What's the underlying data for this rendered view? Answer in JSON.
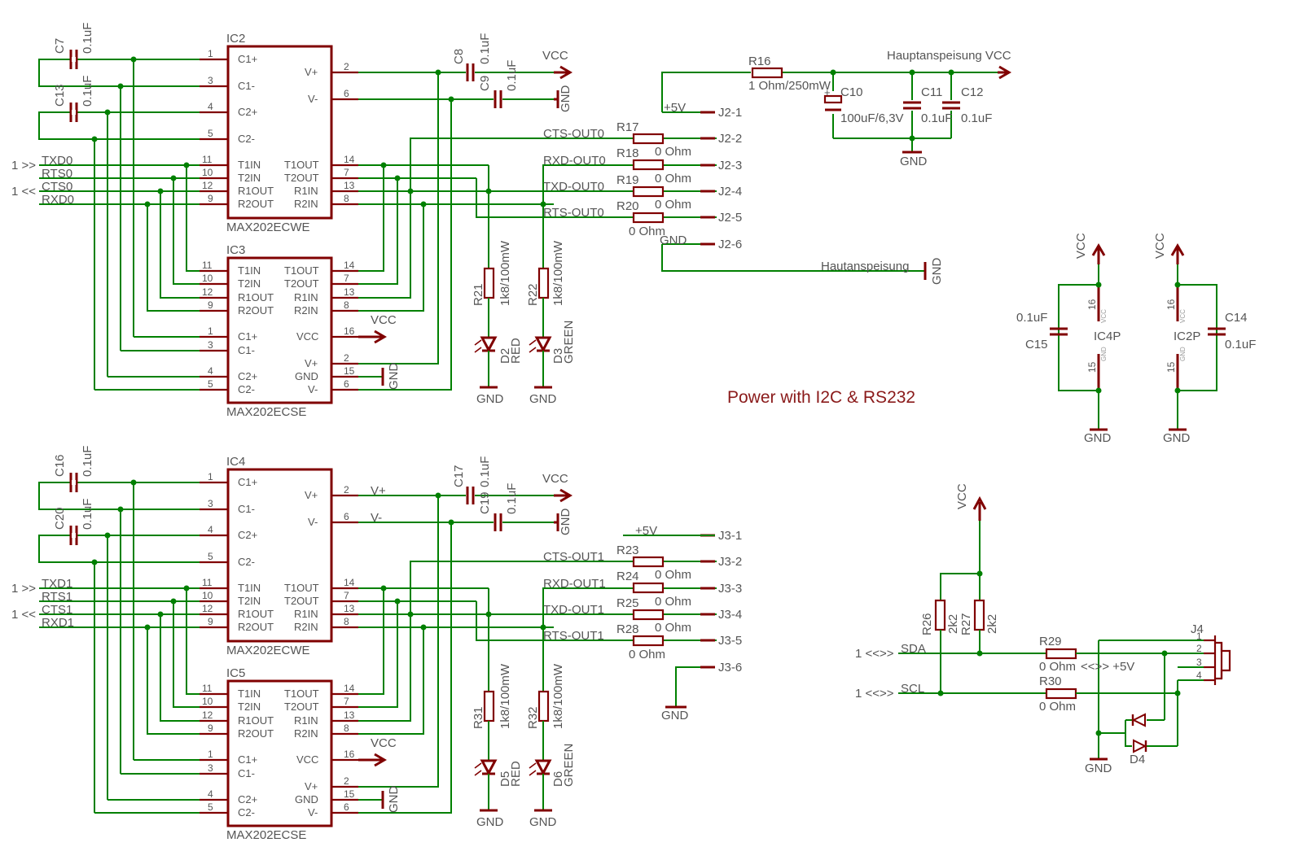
{
  "title": "Power with I2C & RS232",
  "colors": {
    "part": "#800000",
    "wire": "#008000",
    "text": "#555555",
    "title": "#8a1a1a"
  },
  "ic_pins_top": {
    "c1p": "C1+",
    "c1m": "C1-",
    "c2p": "C2+",
    "c2m": "C2-",
    "t1in": "T1IN",
    "t2in": "T2IN",
    "r1out": "R1OUT",
    "r2out": "R2OUT",
    "vp": "V+",
    "vm": "V-",
    "t1out": "T1OUT",
    "t2out": "T2OUT",
    "r1in": "R1IN",
    "r2in": "R2IN"
  },
  "ic_pins_bottom": {
    "t1in": "T1IN",
    "t2in": "T2IN",
    "r1out": "R1OUT",
    "r2out": "R2OUT",
    "c1p": "C1+",
    "c1m": "C1-",
    "c2p": "C2+",
    "c2m": "C2-",
    "t1out": "T1OUT",
    "t2out": "T2OUT",
    "r1in": "R1IN",
    "r2in": "R2IN",
    "vcc": "VCC",
    "vp": "V+",
    "gnd": "GND",
    "vm": "V-"
  },
  "pin_numbers": {
    "p1": "1",
    "p2": "2",
    "p3": "3",
    "p4": "4",
    "p5": "5",
    "p6": "6",
    "p7": "7",
    "p8": "8",
    "p9": "9",
    "p10": "10",
    "p11": "11",
    "p12": "12",
    "p13": "13",
    "p14": "14",
    "p15": "15",
    "p16": "16"
  },
  "section0": {
    "ic_top": {
      "name": "IC2",
      "type": "MAX202ECWE"
    },
    "ic_bottom": {
      "name": "IC3",
      "type": "MAX202ECSE"
    },
    "signals": {
      "txd": "TXD0",
      "rts": "RTS0",
      "cts": "CTS0",
      "rxd": "RXD0"
    },
    "ports": {
      "in": "1 >>",
      "out": "1 <<"
    },
    "caps": [
      {
        "name": "C7",
        "value": "0.1uF"
      },
      {
        "name": "C13",
        "value": "0.1uF"
      },
      {
        "name": "C8",
        "value": "0.1uF"
      },
      {
        "name": "C9",
        "value": "0.1uF"
      }
    ],
    "nets": {
      "cts_out": "CTS-OUT0",
      "rxd_out": "RXD-OUT0",
      "txd_out": "TXD-OUT0",
      "rts_out": "RTS-OUT0",
      "plus5": "+5V",
      "gnd": "GND"
    },
    "resistors": [
      {
        "name": "R17",
        "value": "0 Ohm"
      },
      {
        "name": "R18",
        "value": "0 Ohm"
      },
      {
        "name": "R19",
        "value": "0 Ohm"
      },
      {
        "name": "R20",
        "value": "0 Ohm"
      }
    ],
    "connector": [
      "J2-1",
      "J2-2",
      "J2-3",
      "J2-4",
      "J2-5",
      "J2-6"
    ],
    "leds": [
      {
        "res": "R21",
        "res_value": "1k8/100mW",
        "led": "D2",
        "color": "RED"
      },
      {
        "res": "R22",
        "res_value": "1k8/100mW",
        "led": "D3",
        "color": "GREEN"
      }
    ],
    "supply": {
      "vcc": "VCC",
      "gnd": "GND"
    }
  },
  "section1": {
    "ic_top": {
      "name": "IC4",
      "type": "MAX202ECWE"
    },
    "ic_bottom": {
      "name": "IC5",
      "type": "MAX202ECSE"
    },
    "signals": {
      "txd": "TXD1",
      "rts": "RTS1",
      "cts": "CTS1",
      "rxd": "RXD1"
    },
    "ports": {
      "in": "1 >>",
      "out": "1 <<"
    },
    "caps": [
      {
        "name": "C16",
        "value": "0.1uF"
      },
      {
        "name": "C20",
        "value": "0.1uF"
      },
      {
        "name": "C17",
        "value": "0.1uF"
      },
      {
        "name": "C19",
        "value": "0.1uF"
      }
    ],
    "nets": {
      "cts_out": "CTS-OUT1",
      "rxd_out": "RXD-OUT1",
      "txd_out": "TXD-OUT1",
      "rts_out": "RTS-OUT1",
      "plus5": "+5V",
      "gnd": "GND",
      "vplus": "V+",
      "vminus": "V-"
    },
    "resistors": [
      {
        "name": "R23",
        "value": "0 Ohm"
      },
      {
        "name": "R24",
        "value": "0 Ohm"
      },
      {
        "name": "R25",
        "value": "0 Ohm"
      },
      {
        "name": "R28",
        "value": "0 Ohm"
      }
    ],
    "connector": [
      "J3-1",
      "J3-2",
      "J3-3",
      "J3-4",
      "J3-5",
      "J3-6"
    ],
    "leds": [
      {
        "res": "R31",
        "res_value": "1k8/100mW",
        "led": "D5",
        "color": "RED"
      },
      {
        "res": "R32",
        "res_value": "1k8/100mW",
        "led": "D6",
        "color": "GREEN"
      }
    ],
    "supply": {
      "vcc": "VCC",
      "gnd": "GND"
    }
  },
  "power": {
    "main_label": "Hauptanspeisung VCC",
    "r16": {
      "name": "R16",
      "value": "1 Ohm/250mW"
    },
    "c10": {
      "name": "C10",
      "value": "100uF/6,3V"
    },
    "c11": {
      "name": "C11",
      "value": "0.1uF"
    },
    "c12": {
      "name": "C12",
      "value": "0.1uF"
    },
    "gnd": "GND",
    "skin_label": "Hautanspeisung"
  },
  "supply_caps": {
    "vcc": "VCC",
    "gnd": "GND",
    "pin16": "16",
    "pin15": "15",
    "vcc_small": "VCC",
    "gnd_small": "GND",
    "c15": {
      "name": "C15",
      "value": "0.1uF",
      "ic": "IC4P"
    },
    "c14": {
      "name": "C14",
      "value": "0.1uF",
      "ic": "IC2P"
    }
  },
  "i2c": {
    "vcc": "VCC",
    "r26": {
      "name": "R26",
      "value": "2k2"
    },
    "r27": {
      "name": "R27",
      "value": "2k2"
    },
    "r29": {
      "name": "R29",
      "value": "0 Ohm"
    },
    "r30": {
      "name": "R30",
      "value": "0 Ohm"
    },
    "sda": "SDA",
    "scl": "SCL",
    "sda_port": "1 <<>>",
    "scl_port": "1 <<>>",
    "plus5": "<<>> +5V",
    "connector": "J4",
    "pins": [
      "1",
      "2",
      "3",
      "4"
    ],
    "diode": "D4",
    "gnd": "GND"
  }
}
